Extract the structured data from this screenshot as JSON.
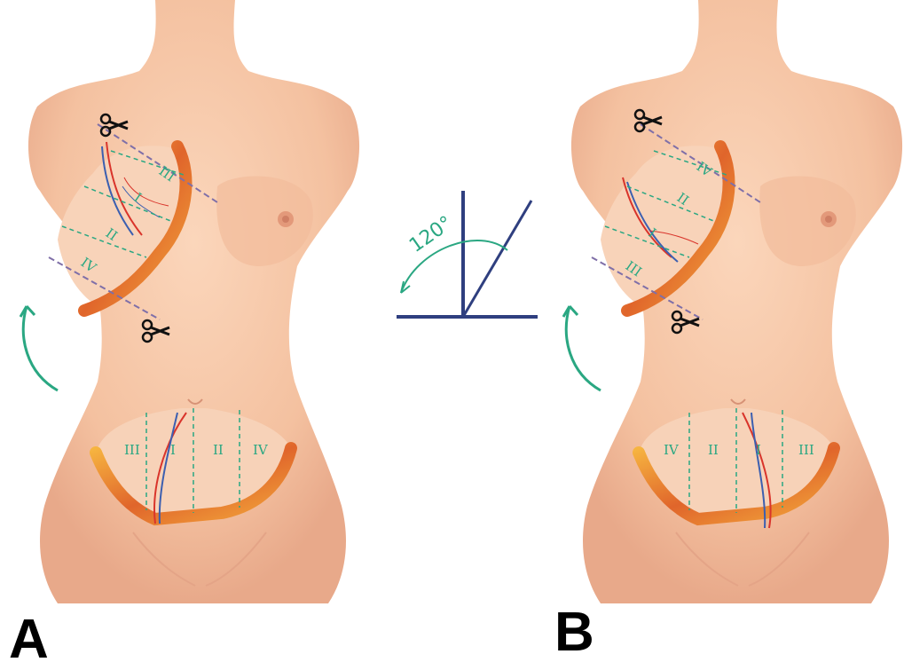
{
  "panels": [
    {
      "label": "A",
      "abdomen_zones": [
        "III",
        "I",
        "II",
        "IV"
      ],
      "flap_zones": [
        "III",
        "I",
        "II",
        "IV"
      ]
    },
    {
      "label": "B",
      "abdomen_zones": [
        "IV",
        "II",
        "I",
        "III"
      ],
      "flap_zones": [
        "IV",
        "II",
        "I",
        "III"
      ]
    }
  ],
  "angle": {
    "label": "120°",
    "degrees": 120
  },
  "colors": {
    "skin": "#f6c8a8",
    "skin_shadow": "#e8a98a",
    "muscle": "#d8562a",
    "fat": "#f2a53a",
    "zone_line": "#2aa782",
    "angle_line": "#2f3f7f",
    "artery": "#d9342b",
    "vein": "#3c5fb0",
    "incision_line": "#7f6fa8"
  },
  "icons": [
    "scissors-icon",
    "rotation-arrow-icon"
  ]
}
